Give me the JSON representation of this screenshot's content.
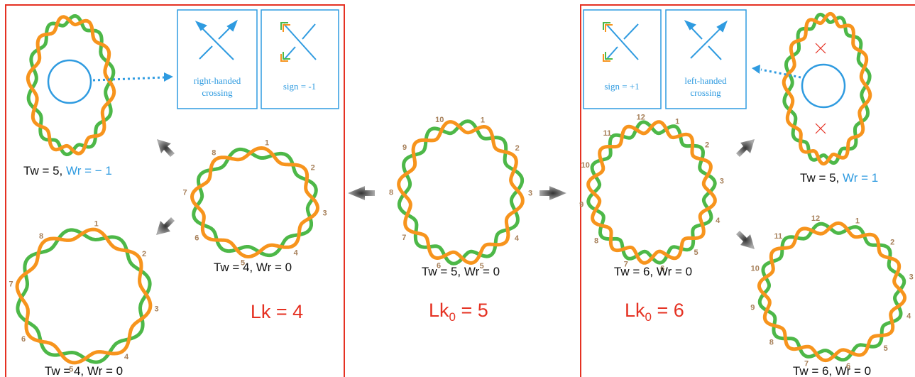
{
  "panels": {
    "lk4_label": "Lk = 4",
    "lk0_5_label": "Lk",
    "lk0_5_sub": "0",
    "lk0_5_val": " = 5",
    "lk0_6_label": "Lk",
    "lk0_6_sub": "0",
    "lk0_6_val": " = 6"
  },
  "captions": {
    "center": "Tw = 5, Wr = 0",
    "left_mid": "Tw = 4, Wr = 0",
    "left_top_a": "Tw = 5, ",
    "left_top_b": "Wr = − 1",
    "left_bottom": "Tw = 4, Wr = 0",
    "right_mid": "Tw = 6, Wr = 0",
    "right_top_a": "Tw = 5, ",
    "right_top_b": "Wr = 1",
    "right_bottom": "Tw = 6, Wr = 0"
  },
  "boxes": {
    "left1_line1": "right-handed",
    "left1_line2": "crossing",
    "left2": "sign = -1",
    "right1": "sign = +1",
    "right2_line1": "left-handed",
    "right2_line2": "crossing"
  },
  "numbers": {
    "n1": "1",
    "n2": "2",
    "n3": "3",
    "n4": "4",
    "n5": "5",
    "n6": "6",
    "n7": "7",
    "n8": "8",
    "n9": "9",
    "n10": "10",
    "n11": "11",
    "n12": "12"
  },
  "colors": {
    "orange": "#f7941d",
    "green": "#4db848",
    "red": "#e53122",
    "blue": "#2f9be0"
  }
}
